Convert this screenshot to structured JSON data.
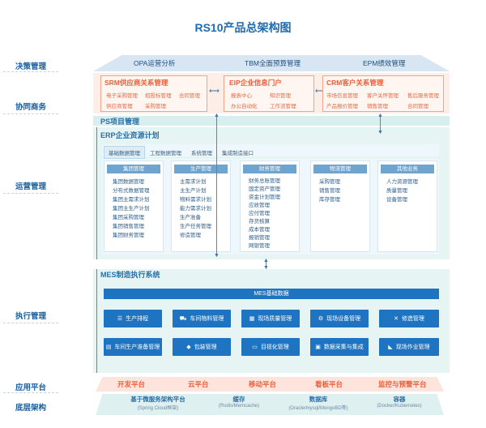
{
  "title": "RS10产品总架构图",
  "rows": {
    "decision": "决策管理",
    "collaboration": "协同商务",
    "operation": "运营管理",
    "execution": "执行管理",
    "app_platform": "应用平台",
    "base_arch": "底层架构"
  },
  "decision": {
    "items": [
      "OPA运营分析",
      "TBM全面预算管理",
      "EPM绩效管理"
    ]
  },
  "srm": {
    "title": "SRM供应商关系管理",
    "items": [
      "电子采购管理",
      "招投标管理",
      "合同管理",
      "供应商管理",
      "采购管理"
    ]
  },
  "eip": {
    "title": "EIP企业信息门户",
    "items": [
      "报表中心",
      "知识管理",
      "办公自动化",
      "工作流管理"
    ]
  },
  "crm": {
    "title": "CRM客户关系管理",
    "items": [
      "市场信息管理",
      "客户关怀管理",
      "售后服务管理",
      "产品报价管理",
      "销售管理",
      "合同管理"
    ]
  },
  "ps": {
    "title": "PS项目管理"
  },
  "erp": {
    "title": "ERP企业资源计划",
    "tabs": [
      "基础数据管理",
      "工程数据管理",
      "系统管理",
      "集成制造接口"
    ],
    "columns": [
      {
        "title": "集团管理",
        "items": [
          "集团数据管理",
          "分布式数据管理",
          "集团主需求计划",
          "集团主生产计划",
          "集团采购管理",
          "集团销售管理",
          "集团财务管理"
        ]
      },
      {
        "title": "生产管理",
        "items": [
          "主需求计划",
          "主生产计划",
          "物料需求计划",
          "能力需求计划",
          "生产准备",
          "生产任务管理",
          "修造管理"
        ]
      },
      {
        "title": "财务管理",
        "items": [
          "财务总账管理",
          "固定资产管理",
          "资金计划管理",
          "应收管理",
          "应付管理",
          "存货核算",
          "成本管理",
          "报销管理",
          "网银管理"
        ]
      },
      {
        "title": "物流管理",
        "items": [
          "采购管理",
          "销售管理",
          "库存管理"
        ]
      },
      {
        "title": "其他业务",
        "items": [
          "人力资源管理",
          "质量管理",
          "设备管理"
        ]
      }
    ]
  },
  "mes": {
    "title": "MES制造执行系统",
    "base": "MES基础数据",
    "modules": [
      {
        "label": "生产排程",
        "icon": "schedule-icon",
        "glyph": "☰"
      },
      {
        "label": "车间物料管理",
        "icon": "forklift-icon",
        "glyph": "⛟"
      },
      {
        "label": "现场质量管理",
        "icon": "quality-icon",
        "glyph": "▦"
      },
      {
        "label": "现场设备管理",
        "icon": "device-icon",
        "glyph": "⚙"
      },
      {
        "label": "修造管理",
        "icon": "tools-icon",
        "glyph": "✕"
      },
      {
        "label": "车间生产准备管理",
        "icon": "clipboard-icon",
        "glyph": "▤"
      },
      {
        "label": "包装管理",
        "icon": "package-icon",
        "glyph": "◆"
      },
      {
        "label": "目视化管理",
        "icon": "monitor-icon",
        "glyph": "▭"
      },
      {
        "label": "数据采集与集成",
        "icon": "database-icon",
        "glyph": "▣"
      },
      {
        "label": "现场作业管理",
        "icon": "operation-icon",
        "glyph": "◣"
      }
    ]
  },
  "app_platform": {
    "items": [
      "开发平台",
      "云平台",
      "移动平台",
      "看板平台",
      "监控与预警平台"
    ]
  },
  "base_arch": {
    "items": [
      {
        "title": "基于微服务架构平台",
        "sub": "(Spring Cloud框架)"
      },
      {
        "title": "缓存",
        "sub": "(Rsdis/Memcache)"
      },
      {
        "title": "数据库",
        "sub": "(Oracle/mysql/MongoBD等)"
      },
      {
        "title": "容器",
        "sub": "(Docker/Kubernetes)"
      }
    ]
  }
}
